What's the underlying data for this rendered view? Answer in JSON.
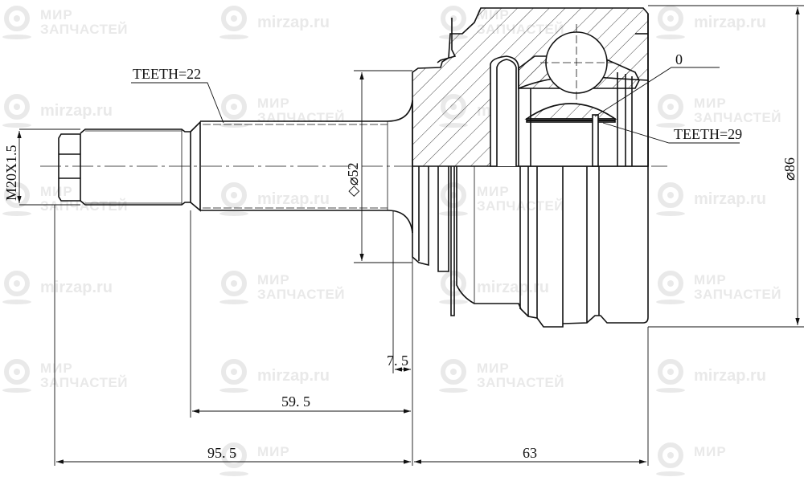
{
  "drawing": {
    "title": "CV joint outer (ШРУС наружный) technical drawing",
    "line_color": "#111111",
    "watermark_color": "#e9e9e9"
  },
  "labels": {
    "shaft_spline_teeth": "TEETH=22",
    "inner_spline_teeth": "TEETH=29",
    "abs_ring_teeth": "0",
    "thread": "M20X1.5",
    "spline_diameter": "◇⌀52",
    "outer_diameter": "⌀86",
    "dim_7_5": "7. 5",
    "dim_59_5": "59. 5",
    "dim_95_5": "95. 5",
    "dim_63": "63"
  },
  "watermarks": {
    "brand_line1": "МИР",
    "brand_line2": "ЗАПЧАСТЕЙ",
    "domain": "mirzap.ru"
  }
}
